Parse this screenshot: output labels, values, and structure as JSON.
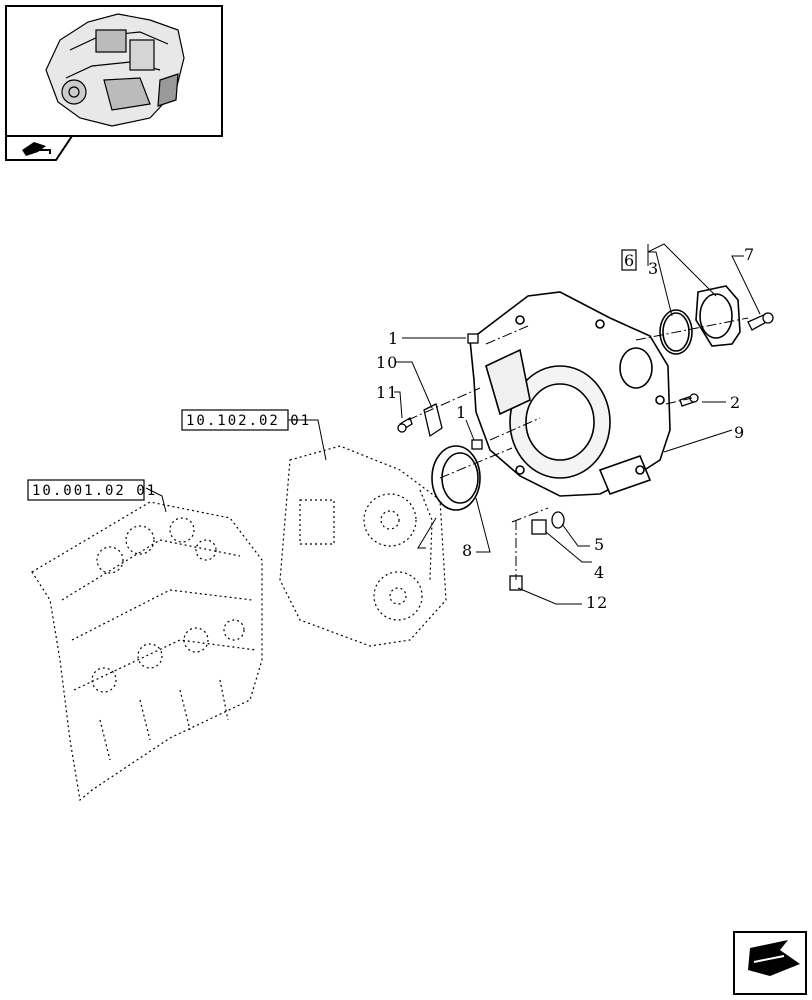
{
  "thumbnail": {
    "icon": "engine-thumbnail-icon",
    "nav_icon": "back-to-model-icon"
  },
  "references": {
    "gear_case": "10.102.02 01",
    "engine_block": "10.001.02 01"
  },
  "kit_label": "6",
  "callouts": {
    "p1a": "1",
    "p1b": "1",
    "p2": "2",
    "p3": "3",
    "p4": "4",
    "p5": "5",
    "p7": "7",
    "p8": "8",
    "p9": "9",
    "p10": "10",
    "p11": "11",
    "p12": "12"
  },
  "navigation": {
    "next_icon": "next-page-arrow-icon"
  }
}
